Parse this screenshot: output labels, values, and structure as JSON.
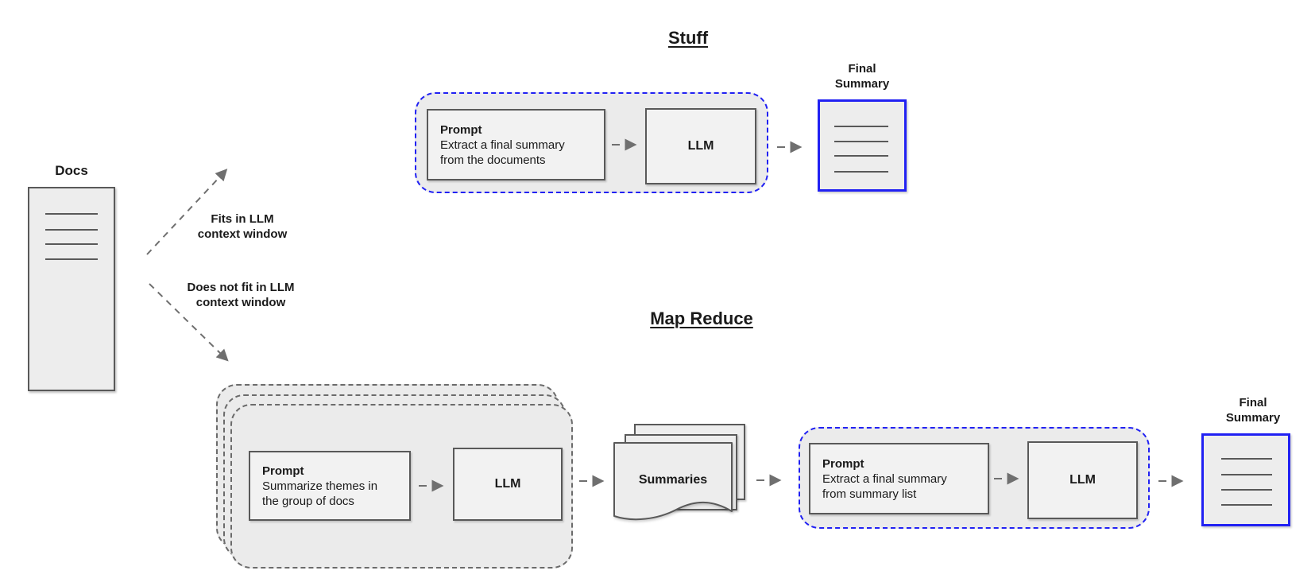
{
  "diagram": {
    "docs_label": "Docs",
    "fits_label": {
      "line1": "Fits in LLM",
      "line2": "context window"
    },
    "not_fit_label": {
      "line1": "Does not fit in LLM",
      "line2": "context window"
    },
    "stuff": {
      "title": "Stuff",
      "prompt_heading": "Prompt",
      "prompt_line1": "Extract a final summary",
      "prompt_line2": "from the documents",
      "llm": "LLM",
      "final_label_line1": "Final",
      "final_label_line2": "Summary"
    },
    "map_reduce": {
      "title": "Map Reduce",
      "map_prompt_heading": "Prompt",
      "map_prompt_line1": "Summarize themes in",
      "map_prompt_line2": "the group of docs",
      "map_llm": "LLM",
      "summaries": "Summaries",
      "reduce_prompt_heading": "Prompt",
      "reduce_prompt_line1": "Extract a final summary",
      "reduce_prompt_line2": "from summary list",
      "reduce_llm": "LLM",
      "final_label_line1": "Final",
      "final_label_line2": "Summary"
    },
    "colors": {
      "background": "#ffffff",
      "container_fill": "#ebebeb",
      "box_fill": "#f2f2f2",
      "border_dark": "#595959",
      "arrow_gray": "#6f6f6f",
      "accent_blue": "#2121f3",
      "text": "#1a1a1a"
    }
  }
}
